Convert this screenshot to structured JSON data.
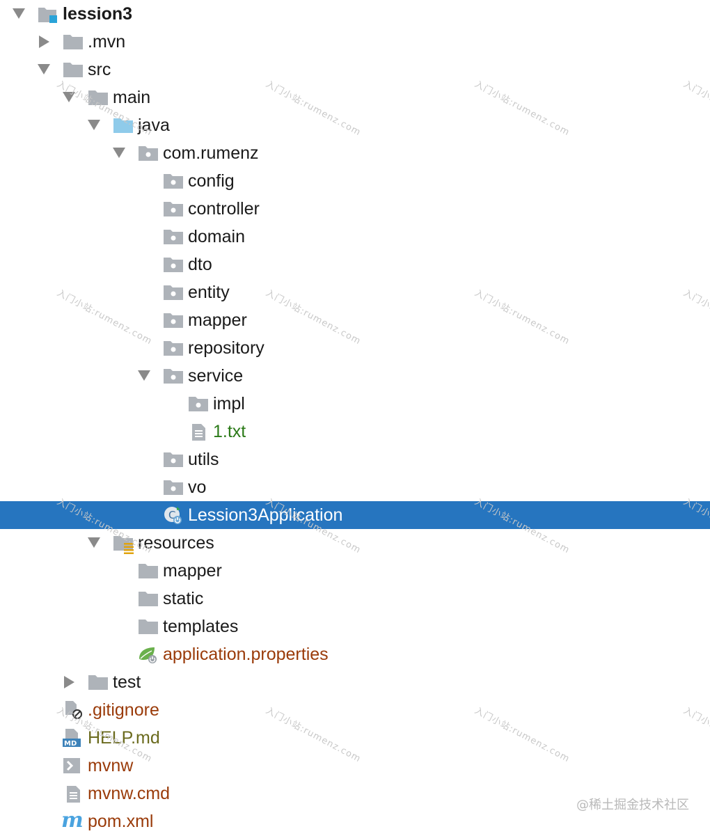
{
  "tree": {
    "rows": [
      {
        "label": "lession3",
        "icon": "module-folder-icon",
        "expanded": true,
        "bold": true
      },
      {
        "label": ".mvn",
        "icon": "folder-icon",
        "expanded": false
      },
      {
        "label": "src",
        "icon": "folder-icon",
        "expanded": true
      },
      {
        "label": "main",
        "icon": "folder-icon",
        "expanded": true
      },
      {
        "label": "java",
        "icon": "source-root-folder-icon",
        "expanded": true
      },
      {
        "label": "com.rumenz",
        "icon": "package-icon",
        "expanded": true
      },
      {
        "label": "config",
        "icon": "package-icon"
      },
      {
        "label": "controller",
        "icon": "package-icon"
      },
      {
        "label": "domain",
        "icon": "package-icon"
      },
      {
        "label": "dto",
        "icon": "package-icon"
      },
      {
        "label": "entity",
        "icon": "package-icon"
      },
      {
        "label": "mapper",
        "icon": "package-icon"
      },
      {
        "label": "repository",
        "icon": "package-icon"
      },
      {
        "label": "service",
        "icon": "package-icon",
        "expanded": true
      },
      {
        "label": "impl",
        "icon": "package-icon"
      },
      {
        "label": "1.txt",
        "icon": "text-file-icon",
        "color": "green"
      },
      {
        "label": "utils",
        "icon": "package-icon"
      },
      {
        "label": "vo",
        "icon": "package-icon"
      },
      {
        "label": "Lession3Application",
        "icon": "spring-boot-class-icon",
        "selected": true
      },
      {
        "label": "resources",
        "icon": "resources-folder-icon",
        "expanded": true
      },
      {
        "label": "mapper",
        "icon": "folder-icon"
      },
      {
        "label": "static",
        "icon": "folder-icon"
      },
      {
        "label": "templates",
        "icon": "folder-icon"
      },
      {
        "label": "application.properties",
        "icon": "spring-properties-icon",
        "color": "brown"
      },
      {
        "label": "test",
        "icon": "folder-icon",
        "expanded": false
      },
      {
        "label": ".gitignore",
        "icon": "ignored-file-icon",
        "color": "brown"
      },
      {
        "label": "HELP.md",
        "icon": "markdown-file-icon",
        "color": "olive"
      },
      {
        "label": "mvnw",
        "icon": "shell-script-icon",
        "color": "brown"
      },
      {
        "label": "mvnw.cmd",
        "icon": "text-file-icon",
        "color": "brown"
      },
      {
        "label": "pom.xml",
        "icon": "maven-icon",
        "color": "brown"
      }
    ]
  },
  "watermark": {
    "text": "入门小站:rumenz.com"
  },
  "credit": {
    "text": "@稀土掘金技术社区"
  },
  "colors": {
    "selection": "#2675bf",
    "folder": "#aeb3b9",
    "green_text": "#2b7a18",
    "brown_text": "#9a3b0a"
  }
}
